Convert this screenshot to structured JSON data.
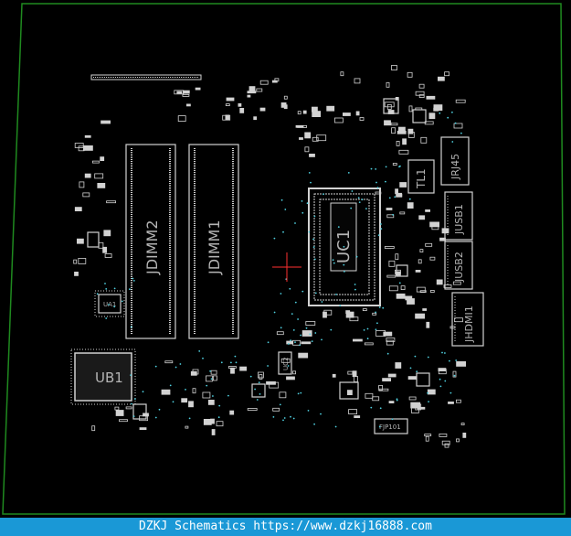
{
  "viewer": {
    "footer_text": "DZKJ Schematics https://www.dzkj16888.com"
  },
  "board": {
    "outline_color": "#1f8a1f",
    "component_color": "#d2d2d2",
    "via_color": "#4fd0e0",
    "cursor_color": "#ff3030",
    "labels": {
      "jdimm2": "JDIMM2",
      "jdimm1": "JDIMM1",
      "uc1": "UC1",
      "ub1": "UB1",
      "ua1": "UA1",
      "tl1": "TL1",
      "jrj45": "JRJ45",
      "jusb1": "JUSB1",
      "jusb2": "JUSB2",
      "jhdmi1": "JHDMI1",
      "uc2": "UC2",
      "fjp101": "FJP101"
    }
  }
}
